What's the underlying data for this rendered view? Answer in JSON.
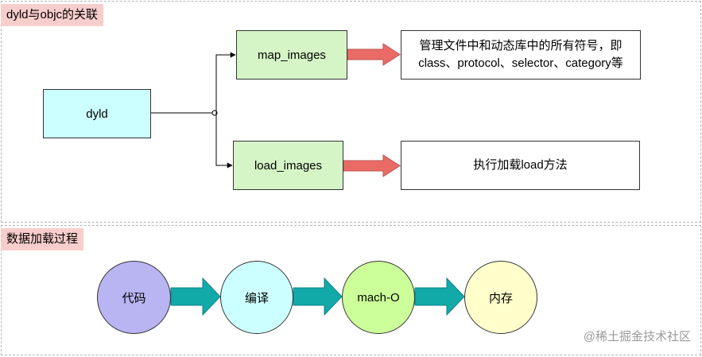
{
  "section1": {
    "title": "dyld与objc的关联",
    "source_node": "dyld",
    "branch_top": "map_images",
    "branch_bottom": "load_images",
    "result_top_line1": "管理文件中和动态库中的所有符号，即",
    "result_top_line2": "class、protocol、selector、category等",
    "result_bottom": "执行加载load方法"
  },
  "section2": {
    "title": "数据加载过程",
    "steps": [
      "代码",
      "编译",
      "mach-O",
      "内存"
    ]
  },
  "watermark": "@稀土掘金技术社区",
  "colors": {
    "tag_bg": "#f8cecc",
    "dyld_fill": "#ccffff",
    "image_fill": "#d5f5c6",
    "arrow_red": "#ea6b66",
    "arrow_teal": "#12aaa9",
    "circle_code": "#b9b4f2",
    "circle_compile": "#ccffff",
    "circle_macho": "#ccff99",
    "circle_memory": "#ffffcc"
  }
}
